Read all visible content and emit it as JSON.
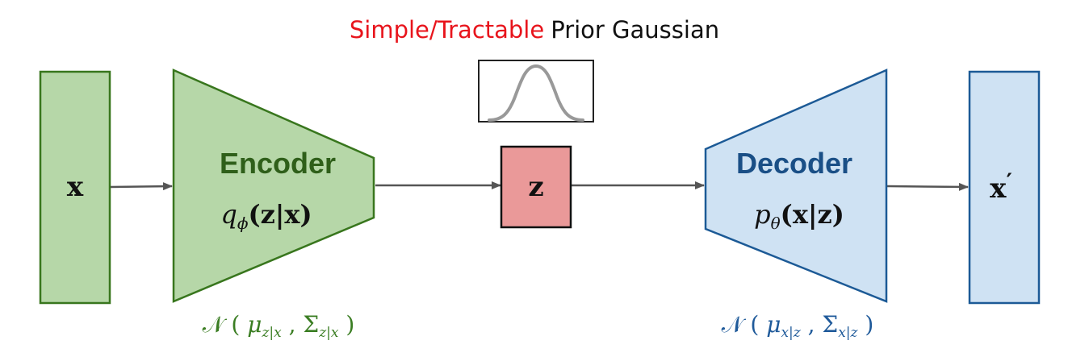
{
  "title": {
    "highlight": "Simple/Tractable",
    "rest": "Prior Gaussian",
    "highlight_color": "#e8141c",
    "rest_color": "#111111"
  },
  "colors": {
    "green_fill": "#b6d7a8",
    "green_stroke": "#38761d",
    "green_text": "#2f5f1a",
    "blue_fill": "#cfe2f3",
    "blue_stroke": "#1c5a96",
    "blue_text": "#1a4f86",
    "latent_fill": "#ea9999",
    "arrow": "#555555"
  },
  "input": {
    "label": "x"
  },
  "encoder": {
    "title": "Encoder",
    "formula": {
      "base": "q",
      "sub": "ϕ",
      "args": "(z|x)"
    },
    "distribution": {
      "prefix": "𝒩 ( ",
      "mu": "μ",
      "mu_sub": "z|x",
      "sep": " , ",
      "sigma": "Σ",
      "sigma_sub": "z|x",
      "suffix": " )"
    }
  },
  "latent": {
    "label": "z"
  },
  "decoder": {
    "title": "Decoder",
    "formula": {
      "base": "p",
      "sub": "θ",
      "args": "(x|z)"
    },
    "distribution": {
      "prefix": "𝒩 ( ",
      "mu": "μ",
      "mu_sub": "x|z",
      "sep": " , ",
      "sigma": "Σ",
      "sigma_sub": "x|z",
      "suffix": " )"
    }
  },
  "output": {
    "label": "x",
    "prime": "′"
  }
}
